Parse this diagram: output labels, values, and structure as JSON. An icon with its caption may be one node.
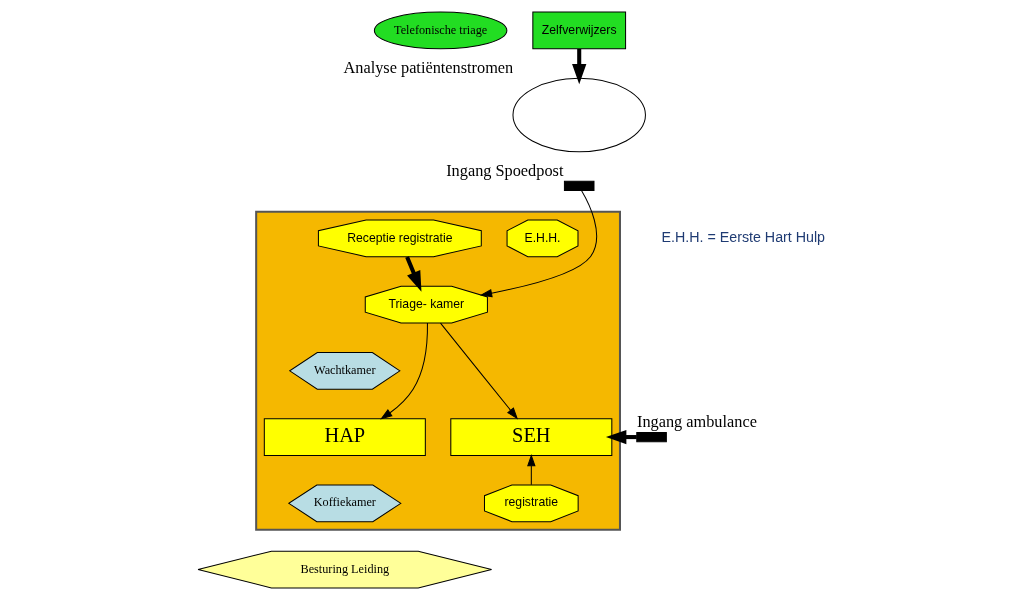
{
  "diagram": {
    "nodes": [
      {
        "text": [
          "Telefonische triage"
        ]
      },
      {
        "text": [
          "Zelfverwijzers"
        ]
      },
      {
        "text": [],
        "shape": "circle",
        "beside": [
          "Analyse patiëntenstromen"
        ]
      },
      {
        "text": [],
        "shape": "box"
      },
      {
        "text": [],
        "shape": "bar",
        "beside": [
          "Ingang Spoedpost"
        ]
      },
      {
        "text": [
          "E.H.H."
        ],
        "in": 3
      },
      {
        "text": [
          "Receptie registratie"
        ],
        "in": 3
      },
      {
        "text": [
          "Triage- kamer"
        ],
        "in": 3
      },
      {
        "text": [
          "Wachtkamer"
        ],
        "in": 3
      },
      {
        "text": [
          "HAP"
        ],
        "in": 3
      },
      {
        "text": [
          "SEH"
        ],
        "in": 3
      },
      {
        "text": [
          "Koffiekamer"
        ],
        "in": 3
      },
      {
        "text": [
          "registratie"
        ],
        "in": 3
      },
      {
        "text": [],
        "shape": "bar",
        "beside": [
          "Ingang ambulance"
        ]
      },
      {
        "text": [
          "Besturing Leiding"
        ]
      }
    ],
    "edges": [
      {
        "from": 1,
        "to": 2,
        "arrow": "to",
        "style": "thick"
      },
      {
        "from": 4,
        "to": 7,
        "arrow": "to"
      },
      {
        "from": 6,
        "to": 7,
        "arrow": "to",
        "style": "thick"
      },
      {
        "from": 7,
        "to": 9,
        "arrow": "to"
      },
      {
        "from": 7,
        "to": 10,
        "arrow": "to"
      },
      {
        "from": 13,
        "to": 10,
        "arrow": "to",
        "style": "thick"
      },
      {
        "from": 12,
        "to": 10,
        "arrow": "to"
      }
    ],
    "labels": [
      "E.H.H. = Eerste Hart Hulp"
    ]
  }
}
